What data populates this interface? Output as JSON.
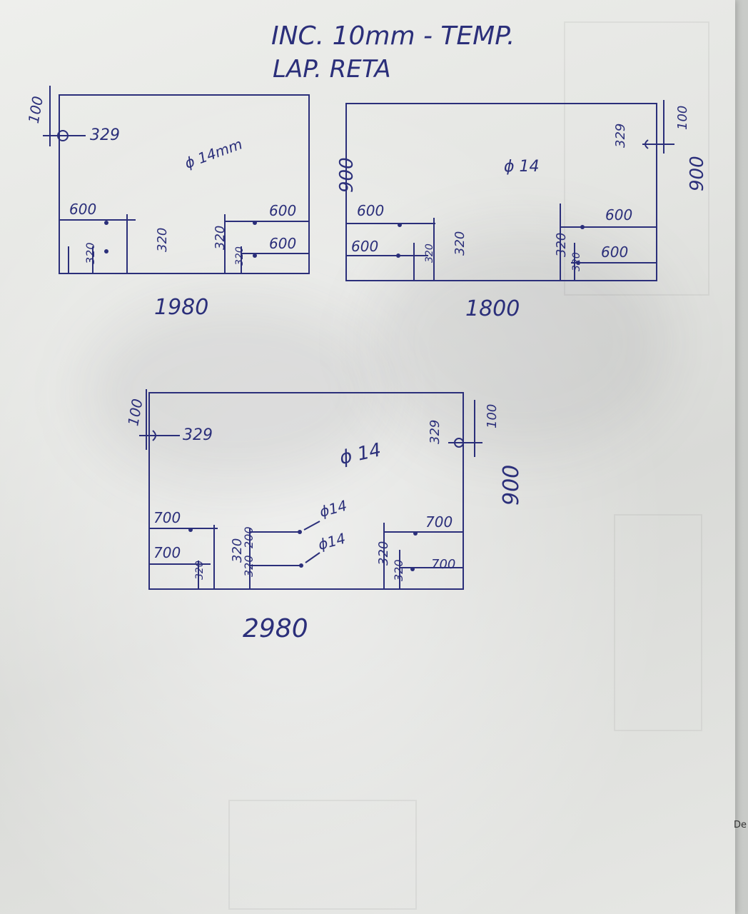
{
  "header": {
    "line1": "INC. 10mm - TEMP.",
    "line2": "LAP. RETA"
  },
  "edge_text": "De",
  "pieces": [
    {
      "width_label": "1980",
      "height_label": "900",
      "top_offset": "100",
      "hole_distance": "329",
      "diameter": "ϕ 14mm",
      "dims": [
        "600",
        "600",
        "600",
        "320",
        "320",
        "320",
        "320"
      ]
    },
    {
      "width_label": "1800",
      "height_label": "900",
      "top_offset": "100",
      "hole_distance": "329",
      "diameter": "ϕ 14",
      "dims": [
        "600",
        "600",
        "320",
        "320",
        "600",
        "600",
        "320",
        "320"
      ]
    },
    {
      "width_label": "2980",
      "height_label": "900",
      "top_offset_left": "100",
      "top_offset_right": "100",
      "hole_distance_left": "329",
      "hole_distance_right": "329",
      "diameter": "ϕ 14",
      "dims": [
        "700",
        "700",
        "320",
        "320",
        "320",
        "200",
        "ϕ14",
        "ϕ14",
        "700",
        "700",
        "320",
        "320"
      ]
    }
  ]
}
